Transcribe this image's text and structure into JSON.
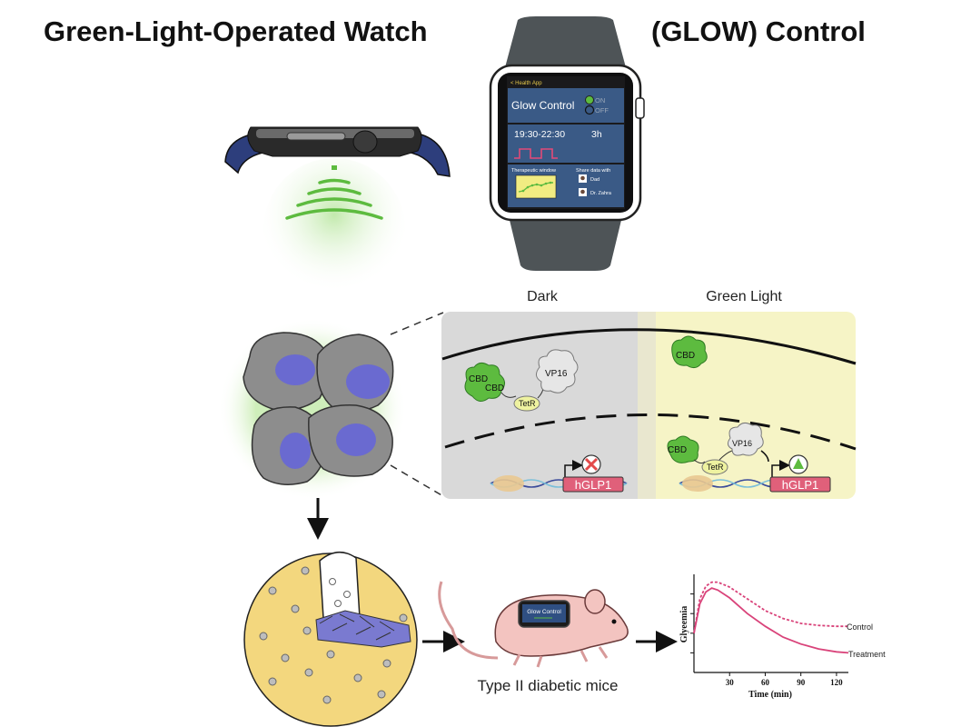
{
  "title": {
    "left": "Green-Light-Operated Watch",
    "right": "(GLOW)  Control"
  },
  "watch_app": {
    "back_link": "< Health App",
    "control_label": "Glow Control",
    "on_label": "ON",
    "off_label": "OFF",
    "time_range": "19:30-22:30",
    "duration": "3h",
    "therapeutic_window_label": "Therapeutic window",
    "share_label": "Share data with",
    "contacts": [
      "Dad",
      "Dr. Zahra"
    ]
  },
  "panels": {
    "dark_title": "Dark",
    "light_title": "Green Light",
    "cbd": "CBD",
    "tetr": "TetR",
    "vp16": "VP16",
    "gene": "hGLP1"
  },
  "mouse_screen_label": "Glow Control",
  "mice_caption": "Type II diabetic mice",
  "colors": {
    "green": "#5dbb3f",
    "yellow_panel": "#f6f4c6",
    "gray_panel": "#d9d9d9",
    "gene_red": "#e0607a",
    "curve_pink": "#d9437a",
    "nucleus_blue": "#6a6ad0"
  },
  "chart_data": {
    "type": "line",
    "ylabel": "Glyeemia",
    "xlabel": "Time (min)",
    "xticks": [
      30,
      60,
      90,
      120
    ],
    "xlim": [
      0,
      130
    ],
    "ylim": [
      0,
      10
    ],
    "series": [
      {
        "name": "Control",
        "x": [
          0,
          5,
          10,
          15,
          20,
          30,
          45,
          60,
          75,
          90,
          105,
          120,
          130
        ],
        "y": [
          4.0,
          7.5,
          8.8,
          9.2,
          9.2,
          8.7,
          7.5,
          6.3,
          5.5,
          5.0,
          4.8,
          4.7,
          4.7
        ]
      },
      {
        "name": "Treatment",
        "x": [
          0,
          5,
          10,
          15,
          20,
          30,
          45,
          60,
          75,
          90,
          105,
          120,
          130
        ],
        "y": [
          4.0,
          7.0,
          8.2,
          8.6,
          8.4,
          7.6,
          6.0,
          4.7,
          3.6,
          2.9,
          2.4,
          2.1,
          2.0
        ]
      }
    ]
  }
}
